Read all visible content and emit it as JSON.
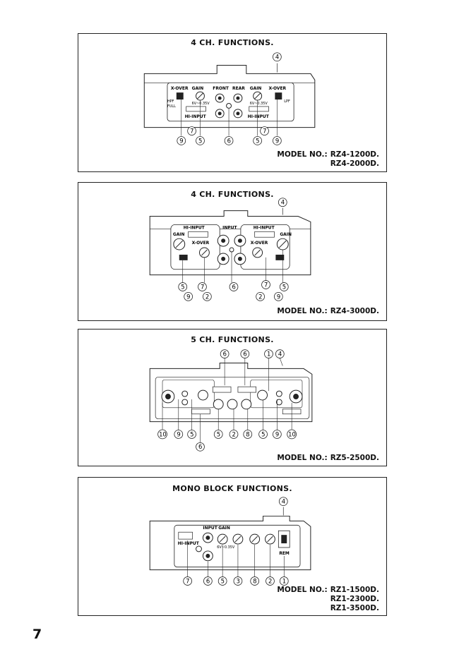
{
  "panels": [
    {
      "title": "4 CH. FUNCTIONS.",
      "model_label": "MODEL NO.:",
      "models": [
        "RZ4-1200D.",
        "RZ4-2000D."
      ],
      "labels": {
        "xover_left": "X-OVER",
        "gain_left": "GAIN",
        "front": "FRONT",
        "rear": "REAR",
        "gain_right": "GAIN",
        "xover_right": "X-OVER",
        "hi_input_left": "HI-INPUT",
        "hi_input_right": "HI-INPUT",
        "range_left": "6V~0.35V",
        "range_right": "6V~0.35V",
        "hpf": "HPF",
        "lpf": "LPF",
        "full": "FULL"
      },
      "callouts_bottom": [
        "9",
        "5",
        "6",
        "5",
        "9"
      ],
      "callouts_mid": [
        "7",
        "7"
      ],
      "callout_top": "4"
    },
    {
      "title": "4 CH. FUNCTIONS.",
      "model_label": "MODEL NO.:",
      "models": [
        "RZ4-3000D."
      ],
      "labels": {
        "hi_input_left": "HI-INPUT",
        "input": "INPUT",
        "hi_input_right": "HI-INPUT",
        "gain_left": "GAIN",
        "gain_right": "GAIN",
        "xover_left": "X-OVER",
        "xover_right": "X-OVER"
      },
      "callouts_row1": [
        "5",
        "7",
        "6",
        "7",
        "5"
      ],
      "callouts_row2": [
        "9",
        "2",
        "2",
        "9"
      ],
      "callout_top": "4"
    },
    {
      "title": "5 CH. FUNCTIONS.",
      "model_label": "MODEL NO.:",
      "models": [
        "RZ5-2500D."
      ],
      "callouts_top": [
        "6",
        "6",
        "1",
        "4"
      ],
      "callouts_bottom": [
        "10",
        "9",
        "5",
        "5",
        "2",
        "8",
        "5",
        "9",
        "10"
      ],
      "callout_under": "6"
    },
    {
      "title": "MONO BLOCK FUNCTIONS.",
      "model_label": "MODEL NO.:",
      "models": [
        "RZ1-1500D.",
        "RZ1-2300D.",
        "RZ1-3500D."
      ],
      "labels": {
        "hi_input": "HI-INPUT",
        "input": "INPUT",
        "gain": "GAIN",
        "rem": "REM",
        "range": "6V~0.35V"
      },
      "callouts_bottom": [
        "7",
        "6",
        "5",
        "3",
        "8",
        "2",
        "1"
      ],
      "callout_top": "4"
    }
  ],
  "page_number": "7"
}
